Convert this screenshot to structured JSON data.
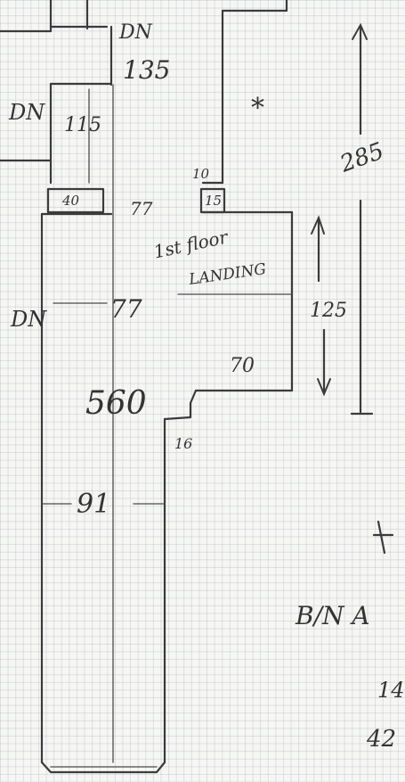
{
  "labels": {
    "dn_top": "DN",
    "dim_135": "135",
    "dn_left": "DN",
    "dim_115": "115",
    "star": "*",
    "dim_285": "285",
    "dim_10": "10",
    "dim_40": "40",
    "dim_77_small": "77",
    "dim_15": "15",
    "landing_line1": "1st floor",
    "landing_line2": "LANDING",
    "dn_mid": "DN",
    "dim_77": "77",
    "dim_125": "125",
    "dim_70": "70",
    "dim_560": "560",
    "dim_16": "16",
    "dim_91": "91",
    "bn_partial": "B/N A",
    "cut_14": "14",
    "cut_42": "42"
  }
}
